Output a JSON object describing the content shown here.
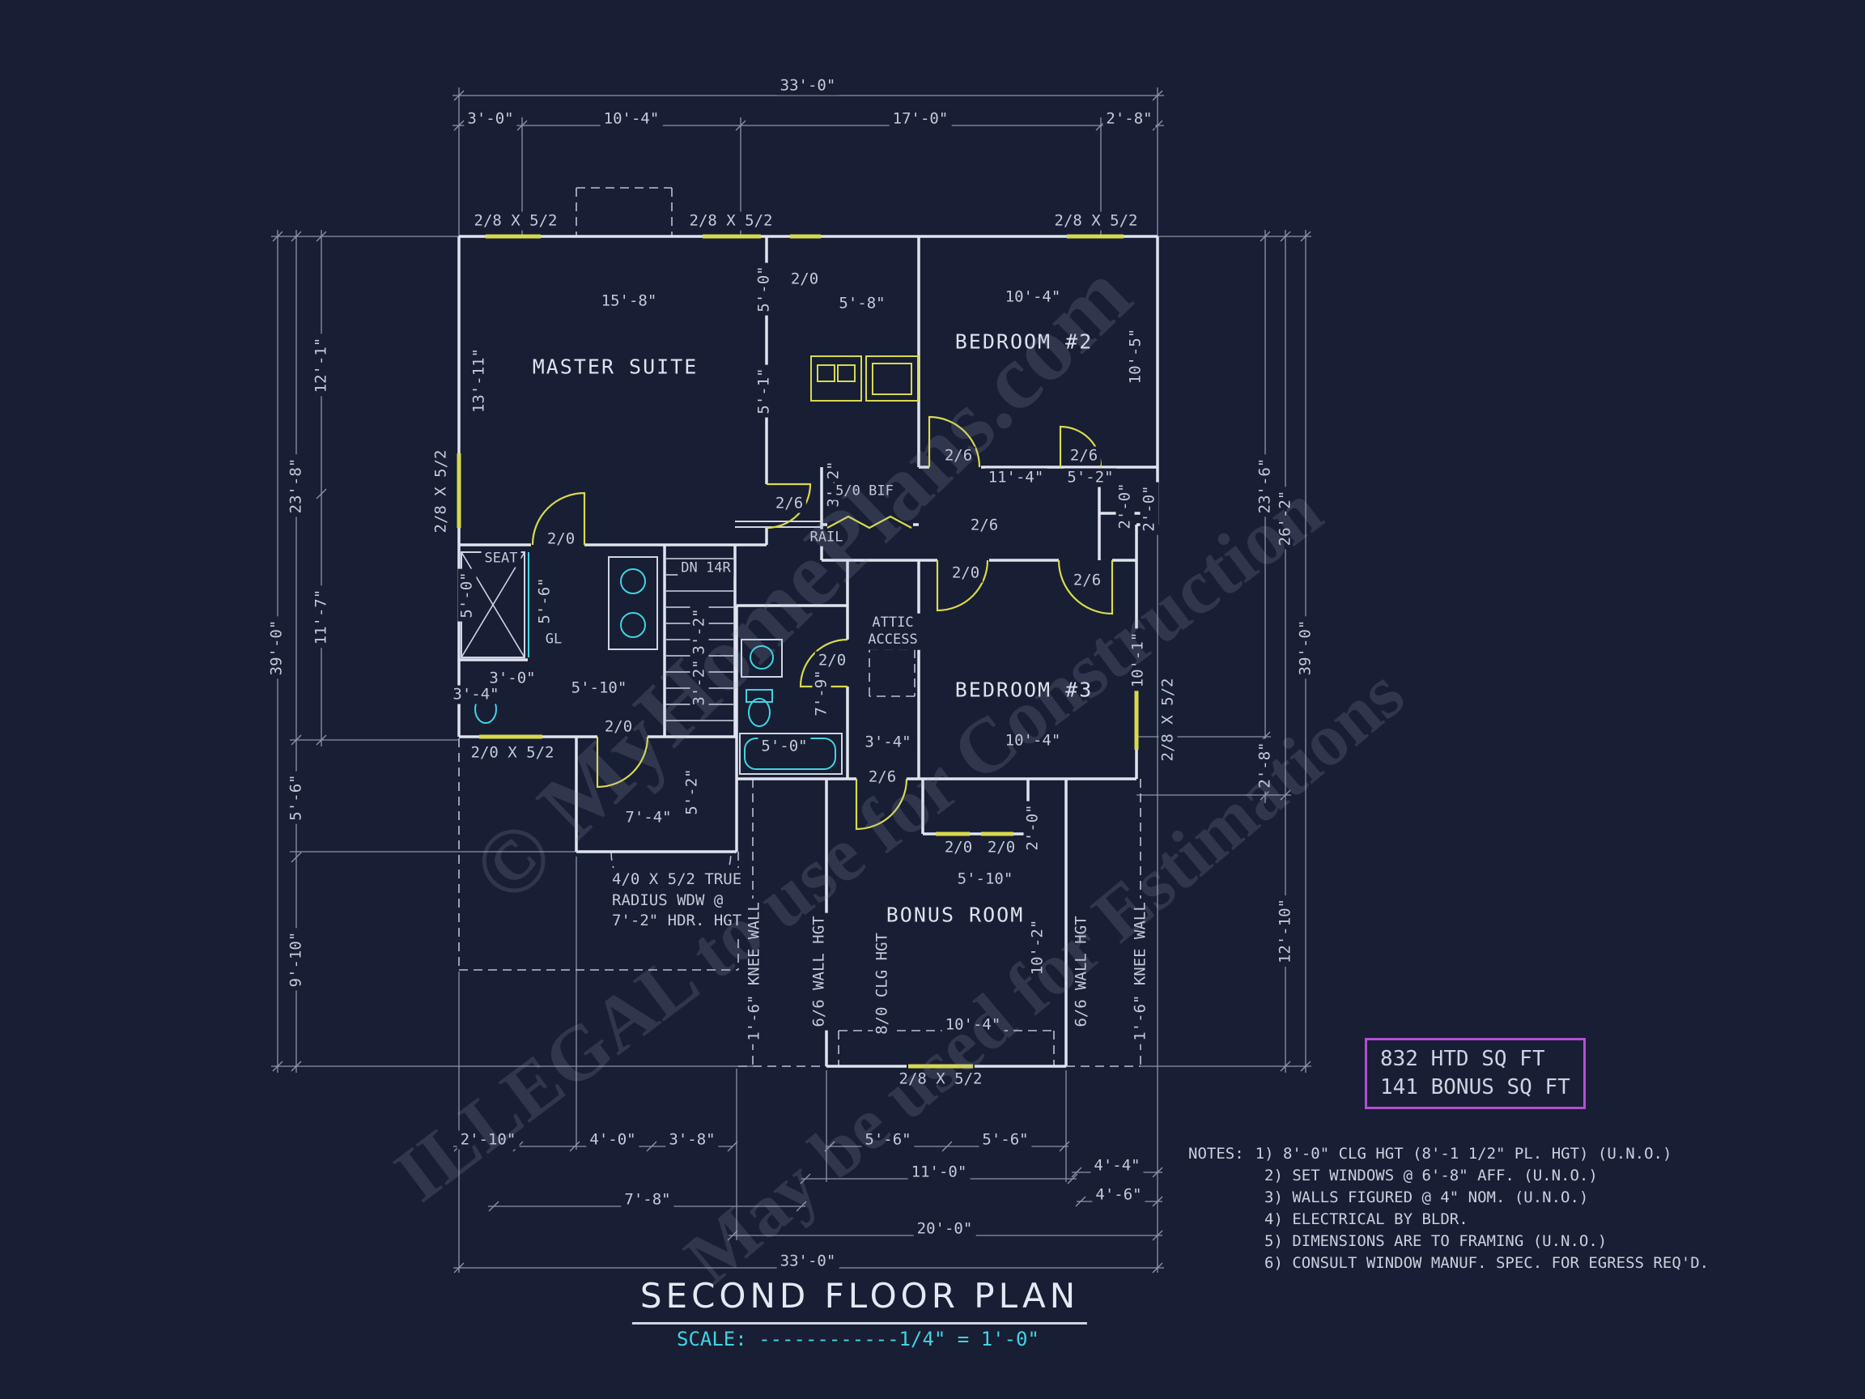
{
  "palette": {
    "background": "#181e33",
    "wall_line": "#dfe4f0",
    "dim_line": "#8b95ab",
    "window_accent": "#d8d94e",
    "fixture_accent": "#41d4e4",
    "sqft_border": "#b44fd2",
    "text": "#c3cad9"
  },
  "title_block": {
    "title": "SECOND FLOOR PLAN",
    "scale_label": "SCALE: ",
    "scale_dashes": "------------",
    "scale_value": "1/4\" = 1'-0\""
  },
  "sqft_box": {
    "line1": "832 HTD SQ FT",
    "line2": "141 BONUS SQ FT"
  },
  "notes": {
    "heading": "NOTES:",
    "items": [
      "1)  8'-0\" CLG HGT (8'-1 1/2\" PL. HGT) (U.N.O.)",
      "2)  SET WINDOWS @ 6'-8\" AFF.  (U.N.O.)",
      "3)  WALLS FIGURED @ 4\" NOM. (U.N.O.)",
      "4)  ELECTRICAL BY BLDR.",
      "5)  DIMENSIONS ARE TO FRAMING (U.N.O.)",
      "6)  CONSULT WINDOW MANUF. SPEC. FOR EGRESS REQ'D."
    ]
  },
  "watermark": {
    "line1": "© MyHomePlans.com",
    "line2": "ILLEGAL to use for Construction",
    "line3": "May be used for Estimations"
  },
  "rooms": {
    "master_suite": "MASTER SUITE",
    "bedroom2": "BEDROOM #2",
    "bedroom3": "BEDROOM #3",
    "bonus_room": "BONUS ROOM",
    "seat": "SEAT",
    "glass": "GL",
    "rail": "RAIL",
    "attic_access": "ATTIC ACCESS",
    "stairs": "DN 14R",
    "bifold": "5/0 BIF"
  },
  "wall_labels": {
    "knee_left": "1'-6\" KNEE WALL",
    "wall_hgt_left": "6/6 WALL HGT",
    "clg_hgt": "8/0 CLG HGT",
    "wall_hgt_right": "6/6 WALL HGT",
    "knee_right": "1'-6\" KNEE WALL"
  },
  "window_note": {
    "line1": "4/0 X 5/2 TRUE",
    "line2": "RADIUS WDW @",
    "line3": "7'-2\" HDR. HGT"
  },
  "openings": {
    "win_top_left": "2/8 X 5/2",
    "win_top_mid": "2/8 X 5/2",
    "win_top_bed2": "2/8 X 5/2",
    "win_master_left": "2/8 X 5/2",
    "win_hall_top": "2/0",
    "win_lower_left": "2/0 X 5/2",
    "win_bed3_right": "2/8 X 5/2",
    "win_bonus_1": "2/0",
    "win_bonus_2": "2/0",
    "win_bonus_bottom": "2/8 X 5/2",
    "door_master": "2/6",
    "door_bed2": "2/6",
    "door_hall_closet": "2/6",
    "door_hall": "2/6",
    "door_bed3_a": "2/0",
    "door_bed3_b": "2/6",
    "door_bath": "2/0",
    "door_bonus": "2/6",
    "door_lower": "2/0",
    "door_closet_master": "2/0"
  },
  "dims": {
    "top": [
      "33'-0\"",
      "3'-0\"",
      "10'-4\"",
      "17'-0\"",
      "2'-8\""
    ],
    "left": [
      "12'-1\"",
      "23'-8\"",
      "39'-0\"",
      "11'-7\"",
      "5'-6\"",
      "9'-10\""
    ],
    "right": [
      "23'-6\"",
      "26'-2\"",
      "39'-0\"",
      "2'-8\"",
      "12'-10\""
    ],
    "bottom": [
      "2'-10\"",
      "4'-0\"",
      "3'-8\"",
      "5'-6\"",
      "5'-6\"",
      "4'-4\"",
      "7'-8\"",
      "11'-0\"",
      "4'-6\"",
      "20'-0\"",
      "33'-0\""
    ],
    "interior": [
      "15'-8\"",
      "5'-0\"",
      "13'-11\"",
      "5'-1\"",
      "5'-8\"",
      "10'-4\"",
      "10'-5\"",
      "3'-2\"",
      "11'-4\"",
      "5'-2\"",
      "2'-0\"",
      "2'-0\"",
      "5'-0\"",
      "5'-6\"",
      "3'-2\"",
      "3'-2\"",
      "3'-0\"",
      "5'-10\"",
      "7'-9\"",
      "5'-0\"",
      "3'-4\"",
      "10'-4\"",
      "10'-1\"",
      "5'-2\"",
      "7'-4\"",
      "5'-10\"",
      "2'-0\"",
      "10'-2\"",
      "10'-4\"",
      "3'-4\""
    ]
  }
}
